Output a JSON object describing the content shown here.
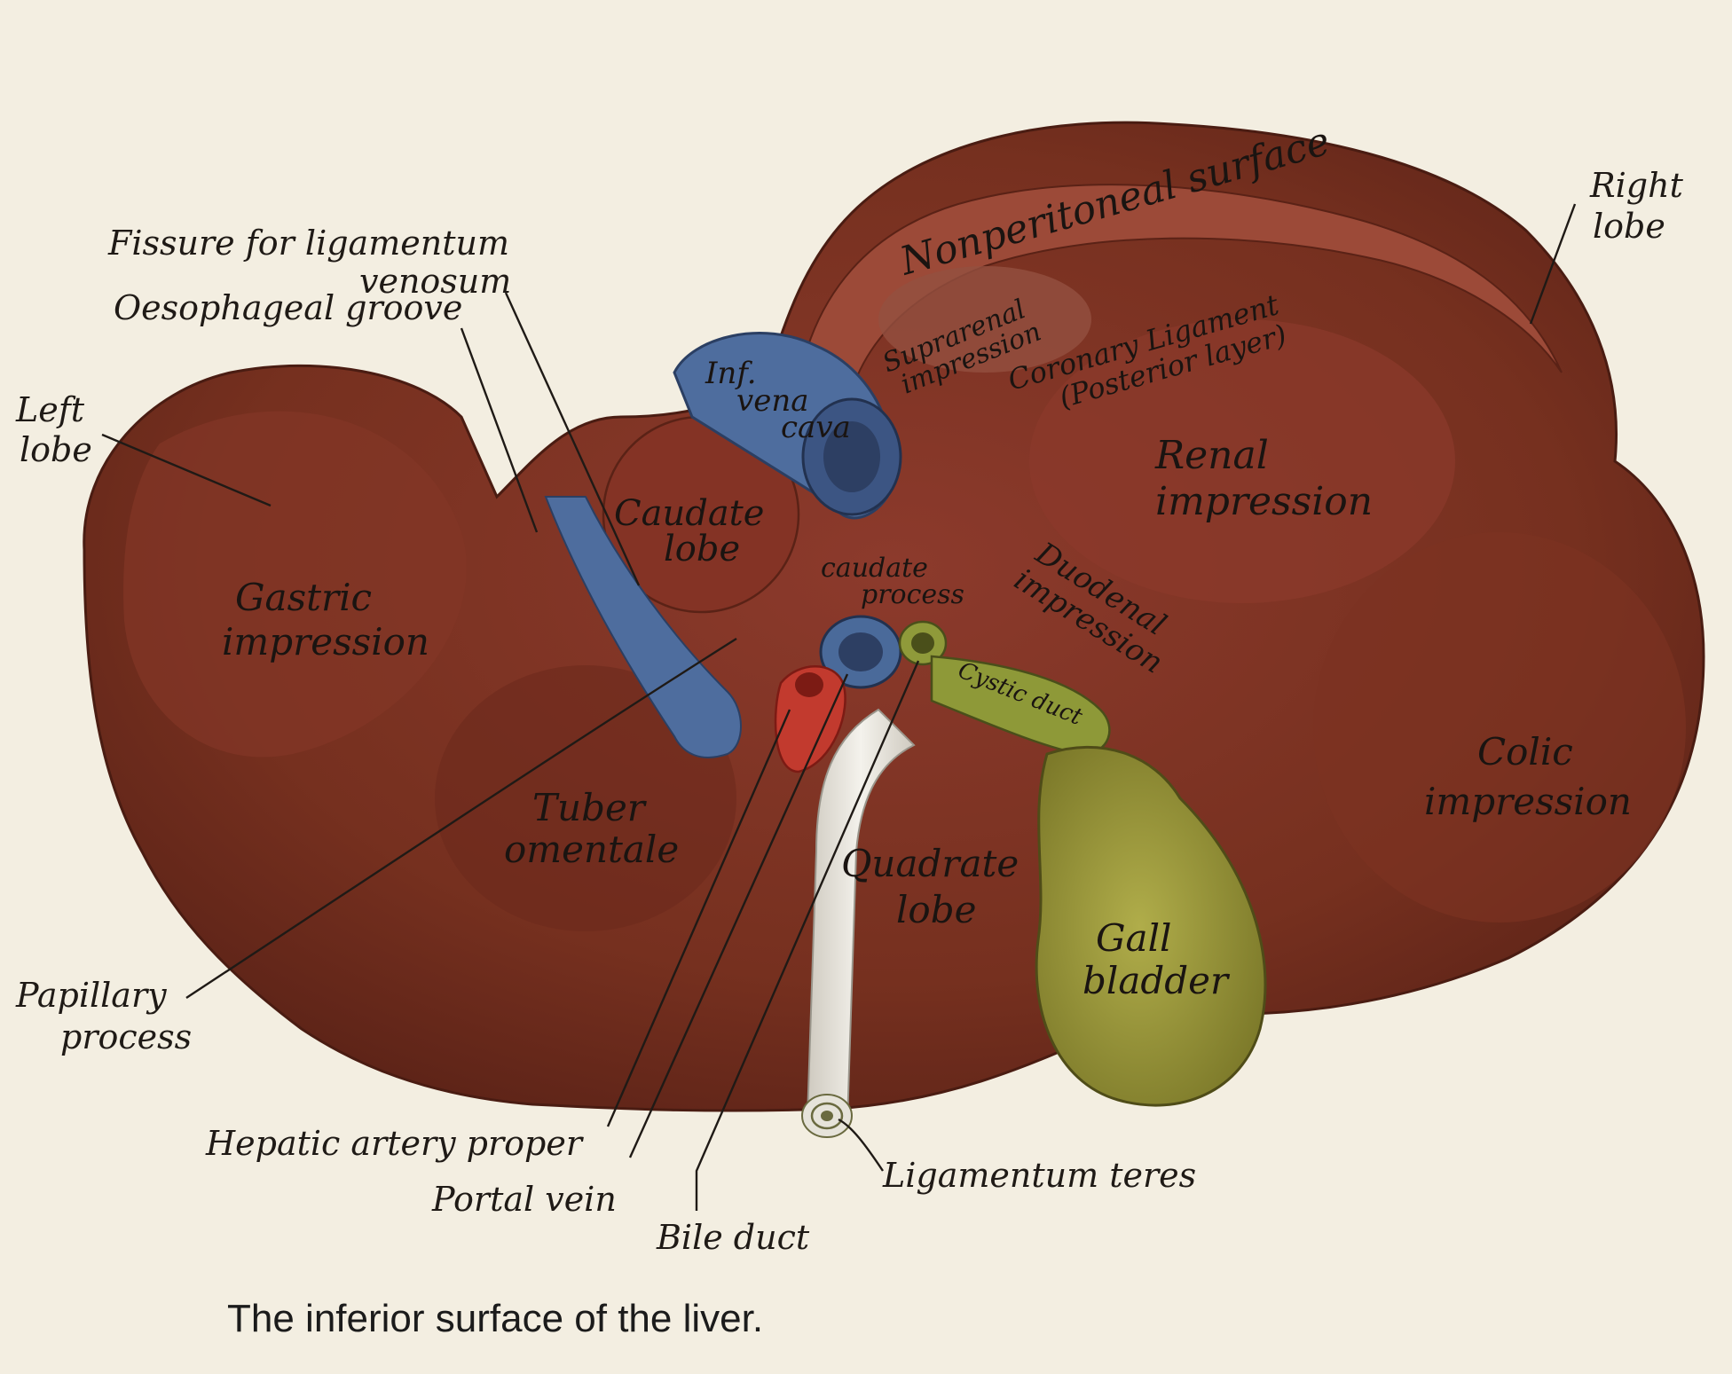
{
  "caption": "The inferior surface of the liver.",
  "labels": {
    "nonperitoneal_surface": "Nonperitoneal surface",
    "right_lobe": [
      "Right",
      "lobe"
    ],
    "fissure": [
      "Fissure for ligamentum",
      "venosum"
    ],
    "oesophageal_groove": "Oesophageal groove",
    "left_lobe": [
      "Left",
      "lobe"
    ],
    "suprarenal_impression": [
      "Suprarenal",
      "impression"
    ],
    "coronary_ligament": [
      "Coronary Ligament",
      "(Posterior layer)"
    ],
    "ivc": [
      "Inf.",
      "vena",
      "cava"
    ],
    "renal_impression": [
      "Renal",
      "impression"
    ],
    "caudate_lobe": [
      "Caudate",
      "lobe"
    ],
    "caudate_process": [
      "caudate",
      "process"
    ],
    "duodenal_impression": [
      "Duodenal",
      "impression"
    ],
    "gastric_impression": [
      "Gastric",
      "impression"
    ],
    "cystic_duct": "Cystic duct",
    "colic_impression": [
      "Colic",
      "impression"
    ],
    "tuber_omentale": [
      "Tuber",
      "omentale"
    ],
    "quadrate_lobe": [
      "Quadrate",
      "lobe"
    ],
    "gall_bladder": [
      "Gall",
      "bladder"
    ],
    "papillary_process": [
      "Papillary",
      "process"
    ],
    "hepatic_artery_proper": "Hepatic artery proper",
    "ligamentum_teres": "Ligamentum teres",
    "portal_vein": "Portal vein",
    "bile_duct": "Bile duct"
  },
  "colors": {
    "background": "#f3eee1",
    "liver": "#7a2f23",
    "vein_blue": "#4a6a9a",
    "artery_red": "#c23a2e",
    "gall_green": "#9a9a3a",
    "ligament_white": "#e8e6e0"
  }
}
